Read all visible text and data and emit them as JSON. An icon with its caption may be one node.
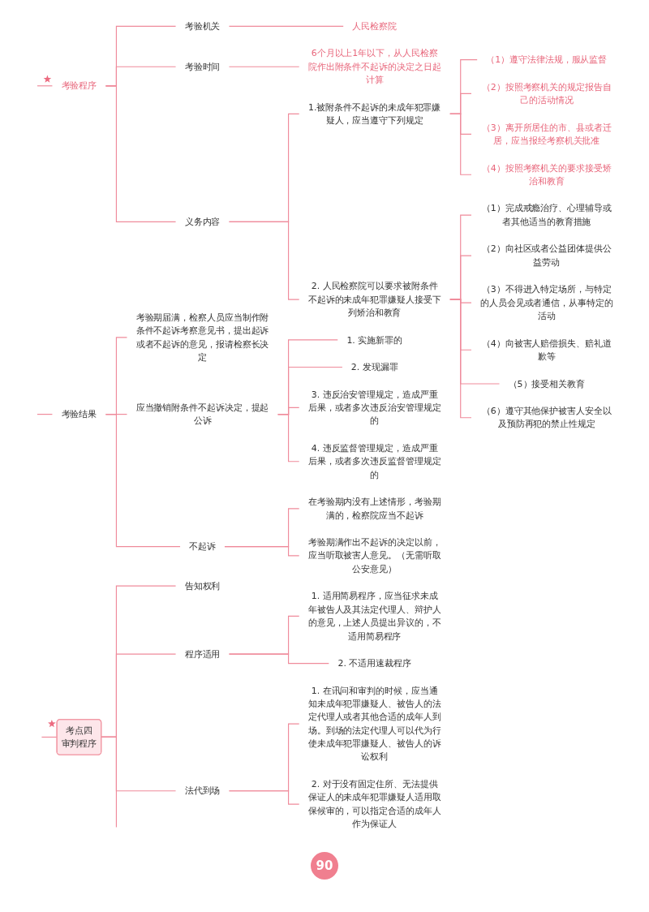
{
  "diagram": {
    "nodes": [
      {
        "text": [
          "考验程序"
        ]
      },
      {
        "text": [
          "考验机关"
        ]
      },
      {
        "text": [
          "人民检察院"
        ]
      },
      {
        "text": [
          "考验时间"
        ]
      },
      {
        "text": [
          "6个月以上1年以下，从人民检察院作出附条件不起诉的决定之日起计算"
        ]
      },
      {
        "text": [
          "义务内容"
        ]
      },
      {
        "text": [
          "1.被附条件不起诉的未成年犯罪嫌疑人，应当遵守下列规定"
        ]
      },
      {
        "text": [
          "（1）遵守法律法规，服从监督"
        ]
      },
      {
        "text": [
          "（2）按照考察机关的规定报告自己的活动情况"
        ]
      },
      {
        "text": [
          "（3）离开所居住的市、县或者迁居，应当报经考察机关批准"
        ]
      },
      {
        "text": [
          "（4）按照考察机关的要求接受矫治和教育"
        ]
      },
      {
        "text": [
          "2. 人民检察院可以要求被附条件不起诉的未成年犯罪嫌疑人接受下列矫治和教育"
        ]
      },
      {
        "text": [
          "（1）完成戒瘾治疗、心理辅导或者其他适当的教育措施"
        ]
      },
      {
        "text": [
          "（2）向社区或者公益团体提供公益劳动"
        ]
      },
      {
        "text": [
          "（3）不得进入特定场所，与特定的人员会见或者通信，从事特定的活动"
        ]
      },
      {
        "text": [
          "（4）向被害人赔偿损失、赔礼道歉等"
        ]
      },
      {
        "text": [
          "（5）接受相关教育"
        ]
      },
      {
        "text": [
          "（6）遵守其他保护被害人安全以及预防再犯的禁止性规定"
        ]
      },
      {
        "text": [
          "考验结果"
        ]
      },
      {
        "text": [
          "考验期届满，检察人员应当制作附条件不起诉考察意见书，提出起诉或者不起诉的意见，报请检察长决定"
        ]
      },
      {
        "text": [
          "应当撤销附条件不起诉决定，提起公诉"
        ]
      },
      {
        "text": [
          "1. 实施新罪的"
        ]
      },
      {
        "text": [
          "2. 发现漏罪"
        ]
      },
      {
        "text": [
          "3. 违反治安管理规定，造成严重后果，或者多次违反治安管理规定的"
        ]
      },
      {
        "text": [
          "4. 违反监督管理规定，造成严重后果，或者多次违反监督管理规定的"
        ]
      },
      {
        "text": [
          "不起诉"
        ]
      },
      {
        "text": [
          "在考验期内没有上述情形，考验期满的，检察院应当不起诉"
        ]
      },
      {
        "text": [
          "考验期满作出不起诉的决定以前，应当听取被害人意见。（无需听取公安意见）"
        ]
      },
      {
        "text": [
          "考点四",
          "审判程序"
        ]
      },
      {
        "text": [
          "告知权利"
        ]
      },
      {
        "text": [
          "程序适用"
        ]
      },
      {
        "text": [
          "1. 适用简易程序，应当征求未成年被告人及其法定代理人、辩护人的意见，上述人员提出异议的，不适用简易程序"
        ]
      },
      {
        "text": [
          "2. 不适用速裁程序"
        ]
      },
      {
        "text": [
          "法代到场"
        ]
      },
      {
        "text": [
          "1. 在讯问和审判的时候，应当通知未成年犯罪嫌疑人、被告人的法定代理人或者其他合适的成年人到场。到场的法定代理人可以代为行使未成年犯罪嫌疑人、被告人的诉讼权利"
        ]
      },
      {
        "text": [
          "2. 对于没有固定住所、无法提供保证人的未成年犯罪嫌疑人适用取保候审的，可以指定合适的成年人作为保证人"
        ]
      }
    ],
    "edges": [
      {
        "from": null,
        "to": 0,
        "arrow": "none"
      },
      {
        "from": 0,
        "to": 1,
        "arrow": "none"
      },
      {
        "from": 1,
        "to": 2,
        "arrow": "none"
      },
      {
        "from": 0,
        "to": 3,
        "arrow": "none"
      },
      {
        "from": 3,
        "to": 4,
        "arrow": "none"
      },
      {
        "from": 0,
        "to": 5,
        "arrow": "none"
      },
      {
        "from": 5,
        "to": 6,
        "arrow": "none"
      },
      {
        "from": 6,
        "to": 7,
        "arrow": "none"
      },
      {
        "from": 6,
        "to": 8,
        "arrow": "none"
      },
      {
        "from": 6,
        "to": 9,
        "arrow": "none"
      },
      {
        "from": 6,
        "to": 10,
        "arrow": "none"
      },
      {
        "from": 5,
        "to": 11,
        "arrow": "none"
      },
      {
        "from": 11,
        "to": 12,
        "arrow": "none"
      },
      {
        "from": 11,
        "to": 13,
        "arrow": "none"
      },
      {
        "from": 11,
        "to": 14,
        "arrow": "none"
      },
      {
        "from": 11,
        "to": 15,
        "arrow": "none"
      },
      {
        "from": 11,
        "to": 16,
        "arrow": "none"
      },
      {
        "from": 11,
        "to": 17,
        "arrow": "none"
      },
      {
        "from": null,
        "to": 18,
        "arrow": "none"
      },
      {
        "from": 18,
        "to": 19,
        "arrow": "none"
      },
      {
        "from": 18,
        "to": 20,
        "arrow": "none"
      },
      {
        "from": 20,
        "to": 21,
        "arrow": "none"
      },
      {
        "from": 20,
        "to": 22,
        "arrow": "none"
      },
      {
        "from": 20,
        "to": 23,
        "arrow": "none"
      },
      {
        "from": 20,
        "to": 24,
        "arrow": "none"
      },
      {
        "from": 18,
        "to": 25,
        "arrow": "none"
      },
      {
        "from": 25,
        "to": 26,
        "arrow": "none"
      },
      {
        "from": 25,
        "to": 27,
        "arrow": "none"
      },
      {
        "from": null,
        "to": 28,
        "arrow": "none"
      },
      {
        "from": 28,
        "to": 29,
        "arrow": "none"
      },
      {
        "from": 28,
        "to": 30,
        "arrow": "none"
      },
      {
        "from": 30,
        "to": 31,
        "arrow": "none"
      },
      {
        "from": 30,
        "to": 32,
        "arrow": "none"
      },
      {
        "from": 28,
        "to": 33,
        "arrow": "none"
      },
      {
        "from": 33,
        "to": 34,
        "arrow": "none"
      },
      {
        "from": 33,
        "to": 35,
        "arrow": "none"
      },
      {
        "from": 28,
        "to": null,
        "arrow": "none"
      }
    ],
    "labels": [
      "90"
    ]
  }
}
